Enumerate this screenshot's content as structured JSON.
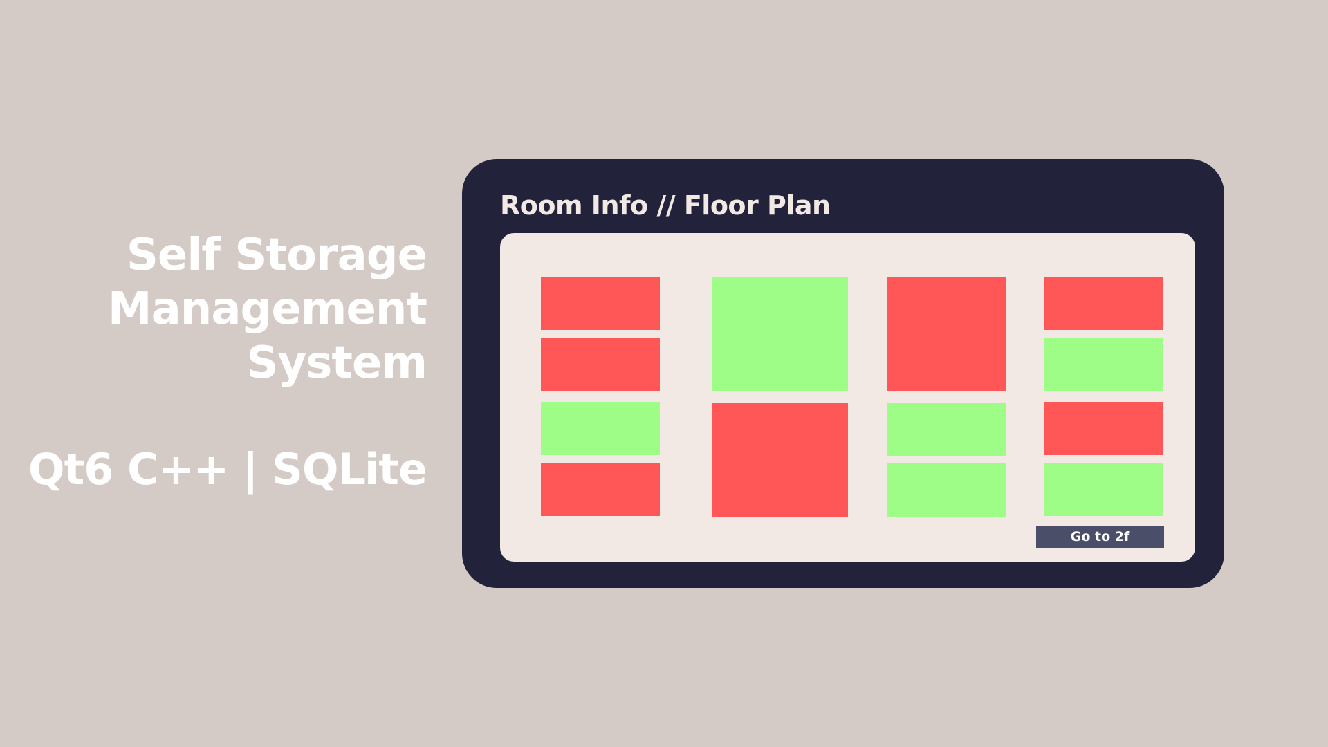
{
  "title": {
    "lines": [
      "Self Storage",
      "Management",
      "System"
    ],
    "tech": "Qt6 C++ | SQLite"
  },
  "window": {
    "title": "Room Info // Floor Plan",
    "goto_button": "Go to 2f"
  },
  "colors": {
    "occupied": "#ff5757",
    "available": "#9efd86",
    "window_bg": "#22223b",
    "panel_bg": "#f2e9e4",
    "button_bg": "#4a4e69",
    "page_bg": "#d5cbc6"
  },
  "floor_plan": {
    "columns": [
      {
        "rooms": [
          {
            "size": "small",
            "status": "occupied"
          },
          {
            "size": "small",
            "status": "occupied"
          },
          {
            "size": "small",
            "status": "available"
          },
          {
            "size": "small",
            "status": "occupied"
          }
        ]
      },
      {
        "rooms": [
          {
            "size": "large",
            "status": "available"
          },
          {
            "size": "large",
            "status": "occupied"
          }
        ]
      },
      {
        "rooms": [
          {
            "size": "large",
            "status": "occupied"
          },
          {
            "size": "small",
            "status": "available"
          },
          {
            "size": "small",
            "status": "available"
          }
        ]
      },
      {
        "rooms": [
          {
            "size": "small",
            "status": "occupied"
          },
          {
            "size": "small",
            "status": "available"
          },
          {
            "size": "small",
            "status": "occupied"
          },
          {
            "size": "small",
            "status": "available"
          }
        ]
      }
    ]
  }
}
